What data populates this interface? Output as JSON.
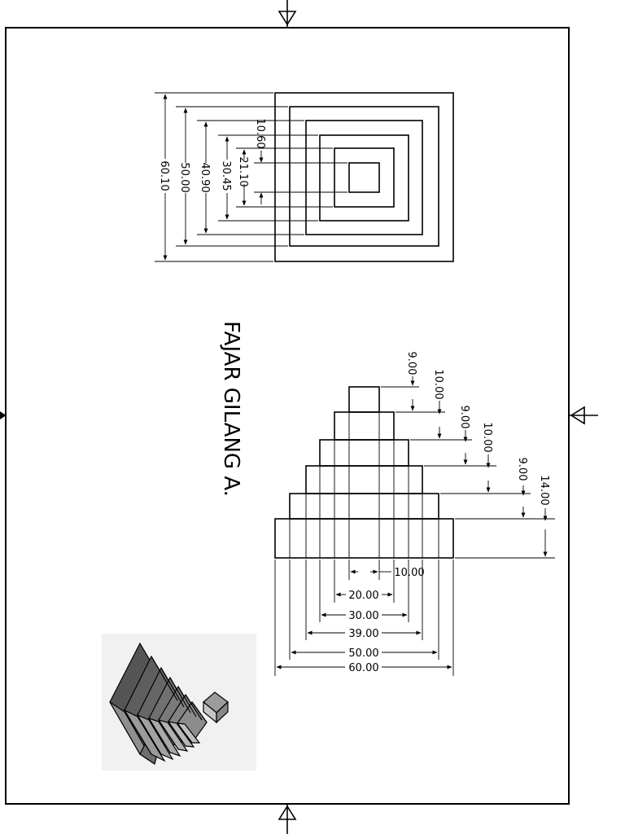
{
  "title": "FAJAR GILANG A.",
  "top_view": {
    "dimensions": [
      "60.10",
      "50.00",
      "40.90",
      "30.45",
      "21.10",
      "10.60"
    ]
  },
  "front_view": {
    "width_dimensions": [
      "10.00",
      "20.00",
      "30.00",
      "39.00",
      "50.00",
      "60.00"
    ],
    "height_dimensions": [
      "9.00",
      "10.00",
      "9.00",
      "10.00",
      "9.00",
      "14.00"
    ]
  },
  "isometric_view": {
    "description": ""
  }
}
